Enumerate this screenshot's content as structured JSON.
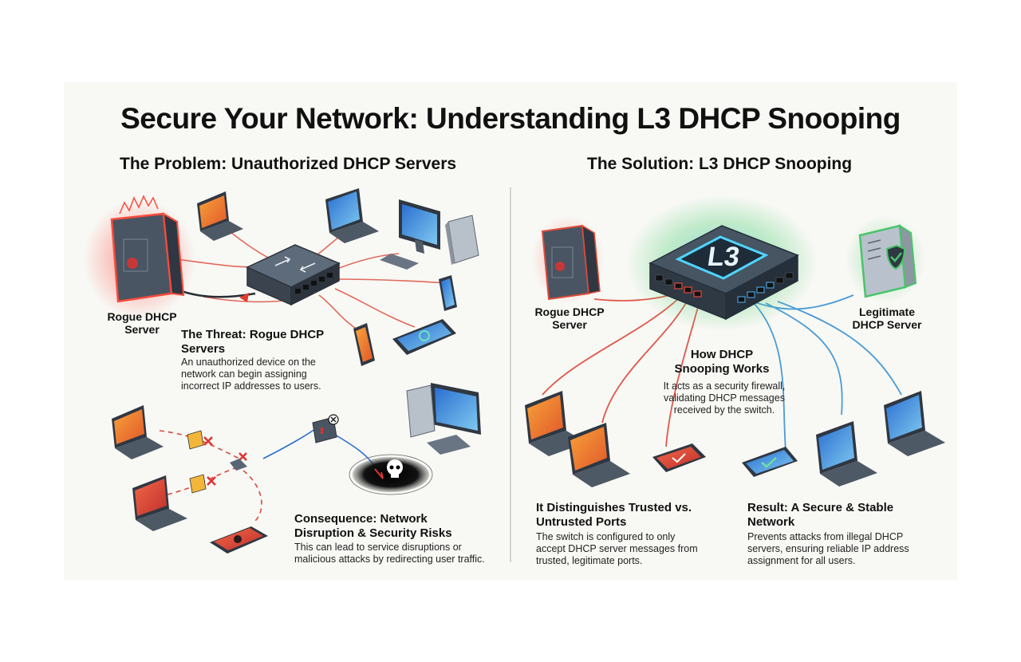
{
  "title": "Secure Your Network: Understanding L3 DHCP Snooping",
  "problem": {
    "heading": "The Problem: Unauthorized DHCP Servers",
    "rogue_label": "Rogue DHCP Server",
    "threat_title": "The Threat: Rogue DHCP Servers",
    "threat_body": "An unauthorized device on the network can begin assigning incorrect IP addresses to users.",
    "consequence_title": "Consequence: Network Disruption & Security Risks",
    "consequence_body": "This can lead to service disruptions or malicious attacks by redirecting user traffic."
  },
  "solution": {
    "heading": "The Solution: L3 DHCP Snooping",
    "switch_label": "L3",
    "rogue_label": "Rogue DHCP Server",
    "legit_label": "Legitimate DHCP Server",
    "how_title": "How DHCP Snooping Works",
    "how_body": "It acts as a security firewall, validating DHCP messages received by the switch.",
    "trusted_title": "It Distinguishes Trusted vs. Untrusted Ports",
    "trusted_body": "The switch is configured to only accept DHCP server messages from trusted, legitimate ports.",
    "result_title": "Result: A Secure & Stable Network",
    "result_body": "Prevents attacks from illegal DHCP servers, ensuring reliable IP address assignment for all users."
  },
  "colors": {
    "untrusted": "#e0574a",
    "trusted": "#4a9bd6",
    "secure_glow": "#49c46a",
    "threat_glow": "#ff3b30",
    "device_dark": "#3b4450",
    "screen_blue": "#3f8fe0",
    "screen_orange": "#f08a24"
  },
  "icons": [
    "rogue-server-icon",
    "switch-icon",
    "laptop-icon",
    "desktop-icon",
    "phone-icon",
    "tablet-icon",
    "broken-packet-icon",
    "skull-icon",
    "l3-switch-icon",
    "legit-server-icon",
    "shield-check-icon"
  ]
}
